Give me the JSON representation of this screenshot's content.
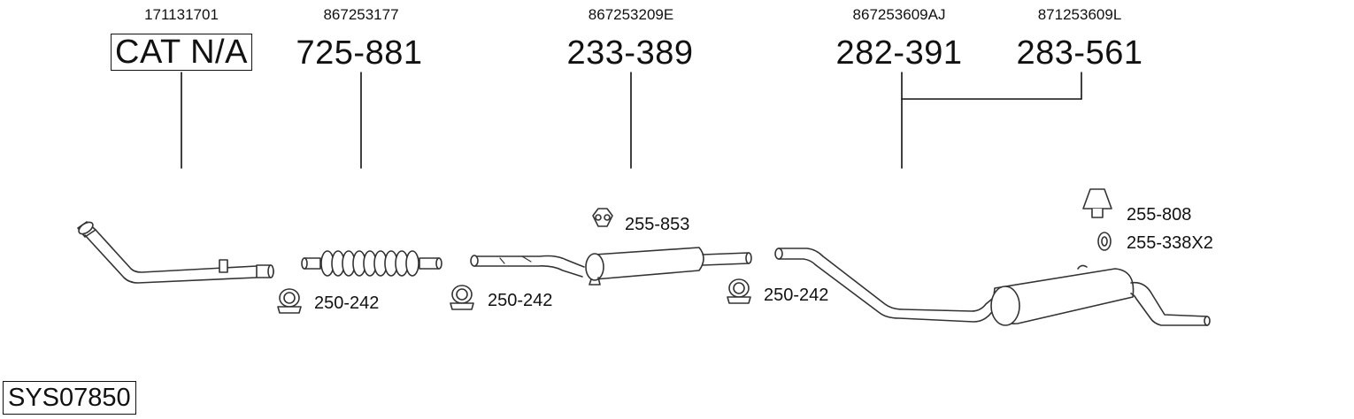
{
  "diagram": {
    "system_code": "SYS07850",
    "columns": [
      {
        "oem": "171131701",
        "part": "CAT N/A",
        "boxed": true
      },
      {
        "oem": "867253177",
        "part": "725-881",
        "boxed": false
      },
      {
        "oem": "867253209E",
        "part": "233-389",
        "boxed": false
      },
      {
        "oem": "867253609AJ",
        "part": "282-391",
        "boxed": false
      },
      {
        "oem": "871253609L",
        "part": "283-561",
        "boxed": false
      }
    ],
    "accessories": {
      "clamp_1": "250-242",
      "clamp_2": "250-242",
      "clamp_3": "250-242",
      "hanger": "255-853",
      "rubber_mount": "255-808",
      "ring": "255-338X2"
    }
  }
}
